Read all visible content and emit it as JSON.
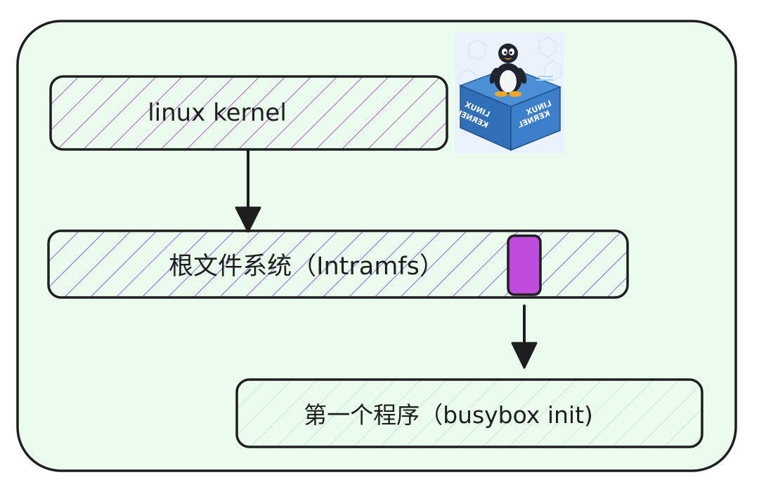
{
  "diagram": {
    "nodes": {
      "kernel": {
        "label": "linux kernel",
        "fill_hatch_color": "#9c36b5"
      },
      "rootfs": {
        "label": "根文件系统（Intramfs）",
        "fill_hatch_color": "#6741d9"
      },
      "init": {
        "label": "第一个程序（busybox init)",
        "fill_hatch_color": "#b2f2bb"
      }
    },
    "marker": {
      "color": "#be4bdb"
    },
    "edges": [
      {
        "from": "kernel",
        "to": "rootfs"
      },
      {
        "from": "rootfs",
        "to": "init"
      }
    ],
    "colors": {
      "frame_fill": "#ebfbee",
      "stroke": "#1e1e1e"
    },
    "logo": {
      "icon": "tux-penguin-icon",
      "text_line1": "LINUX",
      "text_line2": "KERNEL"
    }
  }
}
